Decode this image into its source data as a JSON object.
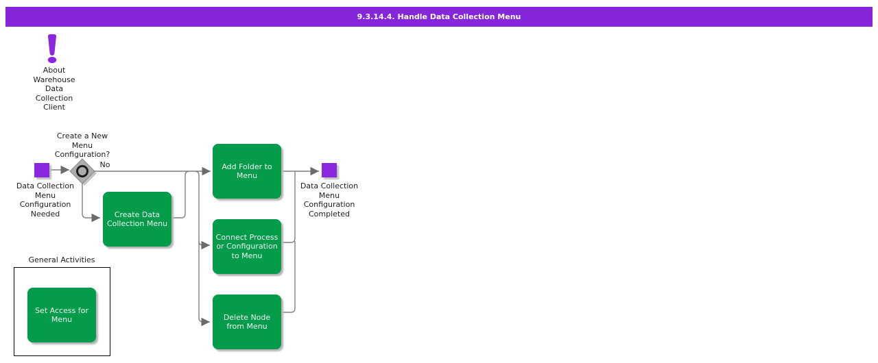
{
  "header": {
    "title": "9.3.14.4. Handle Data Collection Menu"
  },
  "about": {
    "icon": "exclamation-icon",
    "label": "About\nWarehouse\nData\nCollection\nClient"
  },
  "flow": {
    "start_label": "Data Collection\nMenu\nConfiguration\nNeeded",
    "decision": {
      "question": "Create a New\nMenu\nConfiguration?",
      "branch_label": "No"
    },
    "tasks": {
      "add_folder": "Add Folder to\nMenu",
      "create_menu": "Create Data\nCollection Menu",
      "connect_process": "Connect Process\nor Configuration\nto Menu",
      "delete_node": "Delete Node\nfrom Menu"
    },
    "end_label": "Data Collection\nMenu\nConfiguration\nCompleted"
  },
  "general_activities": {
    "title": "General Activities",
    "set_access": "Set Access for\nMenu"
  },
  "colors": {
    "accent_purple": "#8626DC",
    "task_green": "#049B4A",
    "connector_gray": "#7f7f7f"
  }
}
